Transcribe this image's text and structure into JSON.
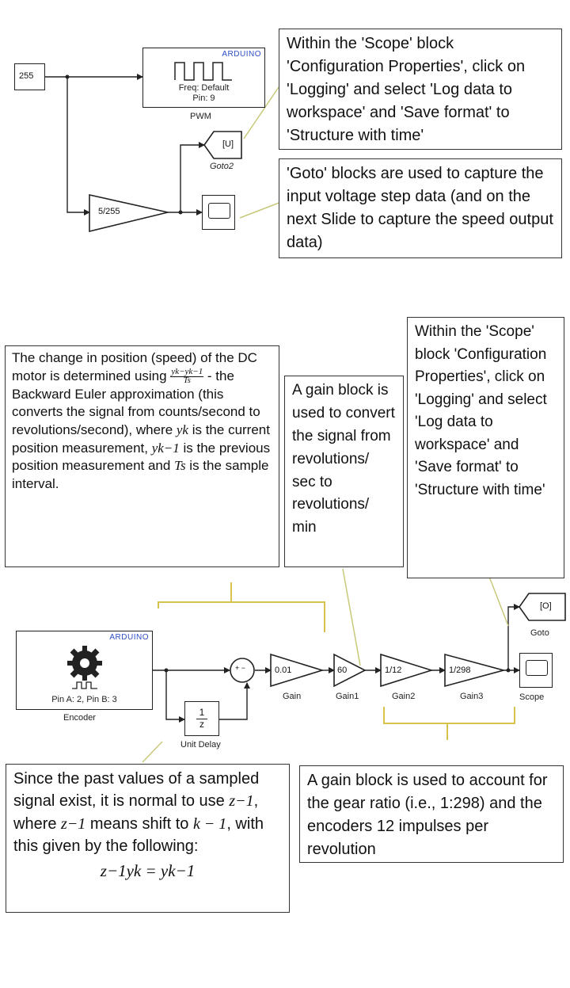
{
  "top": {
    "const_value": "255",
    "pwm_brand": "ARDUINO",
    "pwm_line1": "Freq: Default",
    "pwm_line2": "Pin: 9",
    "pwm_name": "PWM",
    "goto_tag": "[U]",
    "goto_name": "Goto2",
    "gain_value": "5/255",
    "callout_logging": "Within the 'Scope' block 'Configuration Properties', click on 'Logging' and select 'Log data to workspace' and 'Save format' to 'Structure with time'",
    "callout_goto": "'Goto' blocks are used to capture the input voltage step data (and on the next Slide to capture the speed output data)"
  },
  "bottom": {
    "callout_euler_start": "The change in position (speed) of the DC motor is determined using",
    "euler_num": "yk−yk−1",
    "euler_den": "Ts",
    "callout_euler_mid": " - the Backward Euler approximation (this converts the signal from counts/second to revolutions/second), where ",
    "sym_yk": "yk",
    "callout_euler_b": " is the current position measurement, ",
    "sym_yk1": "yk−1",
    "callout_euler_c": " is the previous position measurement and ",
    "sym_ts": "Ts",
    "callout_euler_end": " is the sample interval.",
    "callout_gain_rpm": "A gain block is used to convert the signal from revolutions/ sec to revolutions/ min",
    "callout_scope_logging": "Within the 'Scope' block 'Configuration Properties', click on 'Logging' and select 'Log data to workspace' and 'Save format' to 'Structure with time'",
    "callout_past_a": "Since the past values of a sampled signal exist, it is normal to use ",
    "sym_zinv": "z−1",
    "callout_past_b": ", where ",
    "callout_past_c": " means shift to ",
    "sym_k1": "k − 1",
    "callout_past_d": ", with this given by the following:",
    "equation": "z−1yk = yk−1",
    "callout_gear": "A gain block is used to account for the gear ratio (i.e., 1:298) and the encoders 12 impulses per revolution",
    "encoder_brand": "ARDUINO",
    "encoder_pins": "Pin A: 2, Pin B: 3",
    "encoder_name": "Encoder",
    "sum_sign": "+ −",
    "delay_num": "1",
    "delay_den": "z",
    "delay_name": "Unit Delay",
    "gains": [
      {
        "value": "0.01",
        "name": "Gain"
      },
      {
        "value": "60",
        "name": "Gain1"
      },
      {
        "value": "1/12",
        "name": "Gain2"
      },
      {
        "value": "1/298",
        "name": "Gain3"
      }
    ],
    "goto_tag": "[O]",
    "goto_name": "Goto",
    "scope_name": "Scope"
  },
  "colors": {
    "wire": "#222222",
    "callout_leader": "#c8c87a",
    "brace": "#d8c24a",
    "arduino": "#2d4fc7"
  }
}
